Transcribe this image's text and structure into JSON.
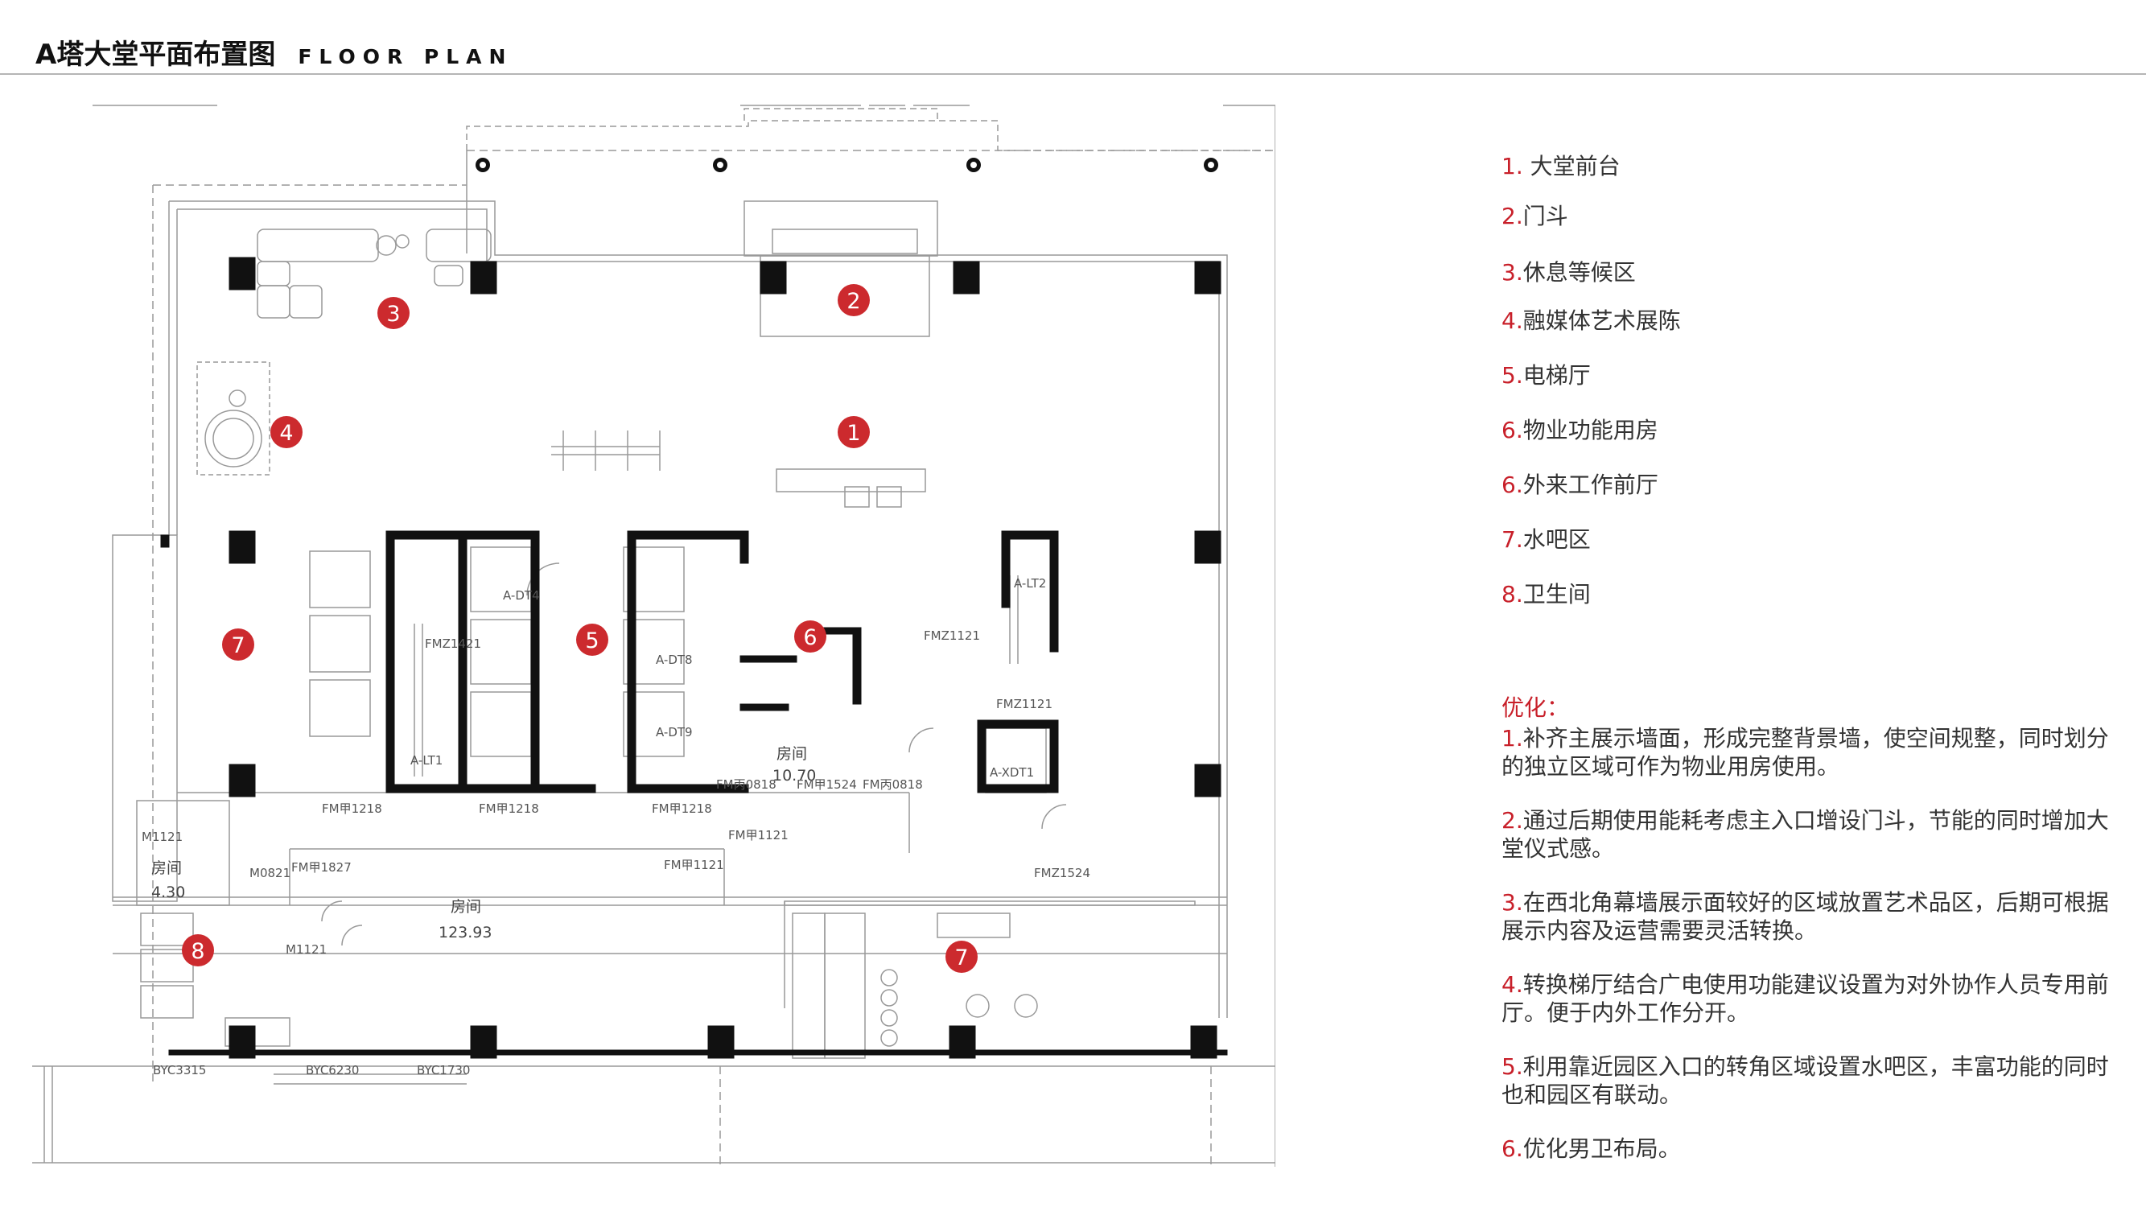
{
  "header": {
    "title_cn": "A塔大堂平面布置图",
    "title_en": "FLOOR PLAN"
  },
  "plan": {
    "markers": [
      "2",
      "3",
      "4",
      "1",
      "7",
      "5",
      "6",
      "8",
      "7"
    ],
    "rooms": [
      {
        "name": "房间",
        "area": "123.93"
      },
      {
        "name": "房间",
        "area": "10.70"
      },
      {
        "name": "房间",
        "area": "4.30"
      }
    ],
    "tags": [
      "FMZ1421",
      "FMZ1121",
      "FMZ1121",
      "FM甲1218",
      "FM甲1218",
      "FM甲1218",
      "FM甲1121",
      "FM甲1121",
      "FM甲1827",
      "FM丙0818",
      "FM甲1524",
      "FM丙0818",
      "FMZ1524",
      "M1121",
      "M0821",
      "M1121",
      "BYC3315",
      "BYC6230",
      "BYC1730",
      "A-DT4",
      "A-DT8",
      "A-DT9",
      "A-LT1",
      "A-LT2",
      "A-XDT1"
    ]
  },
  "legend": [
    {
      "num": "1.",
      "text": " 大堂前台"
    },
    {
      "num": "2.",
      "text": "门斗"
    },
    {
      "num": "3.",
      "text": "休息等候区"
    },
    {
      "num": "4.",
      "text": "融媒体艺术展陈"
    },
    {
      "num": "5.",
      "text": "电梯厅"
    },
    {
      "num": "6.",
      "text": "物业功能用房"
    },
    {
      "num": "6.",
      "text": "外来工作前厅"
    },
    {
      "num": "7.",
      "text": "水吧区"
    },
    {
      "num": "8.",
      "text": "卫生间"
    }
  ],
  "optimization": {
    "title": "优化：",
    "items": [
      {
        "num": "1.",
        "text": "补齐主展示墙面，形成完整背景墙，使空间规整，同时划分的独立区域可作为物业用房使用。"
      },
      {
        "num": "2.",
        "text": "通过后期使用能耗考虑主入口增设门斗，节能的同时增加大堂仪式感。"
      },
      {
        "num": "3.",
        "text": "在西北角幕墙展示面较好的区域放置艺术品区，后期可根据展示内容及运营需要灵活转换。"
      },
      {
        "num": "4.",
        "text": "转换梯厅结合广电使用功能建议设置为对外协作人员专用前厅。便于内外工作分开。"
      },
      {
        "num": "5.",
        "text": "利用靠近园区入口的转角区域设置水吧区，丰富功能的同时也和园区有联动。"
      },
      {
        "num": "6.",
        "text": "优化男卫布局。"
      }
    ]
  },
  "colors": {
    "accent": "#c8202a",
    "marker": "#cc2a2e",
    "wall": "#111111",
    "line": "#888888"
  }
}
